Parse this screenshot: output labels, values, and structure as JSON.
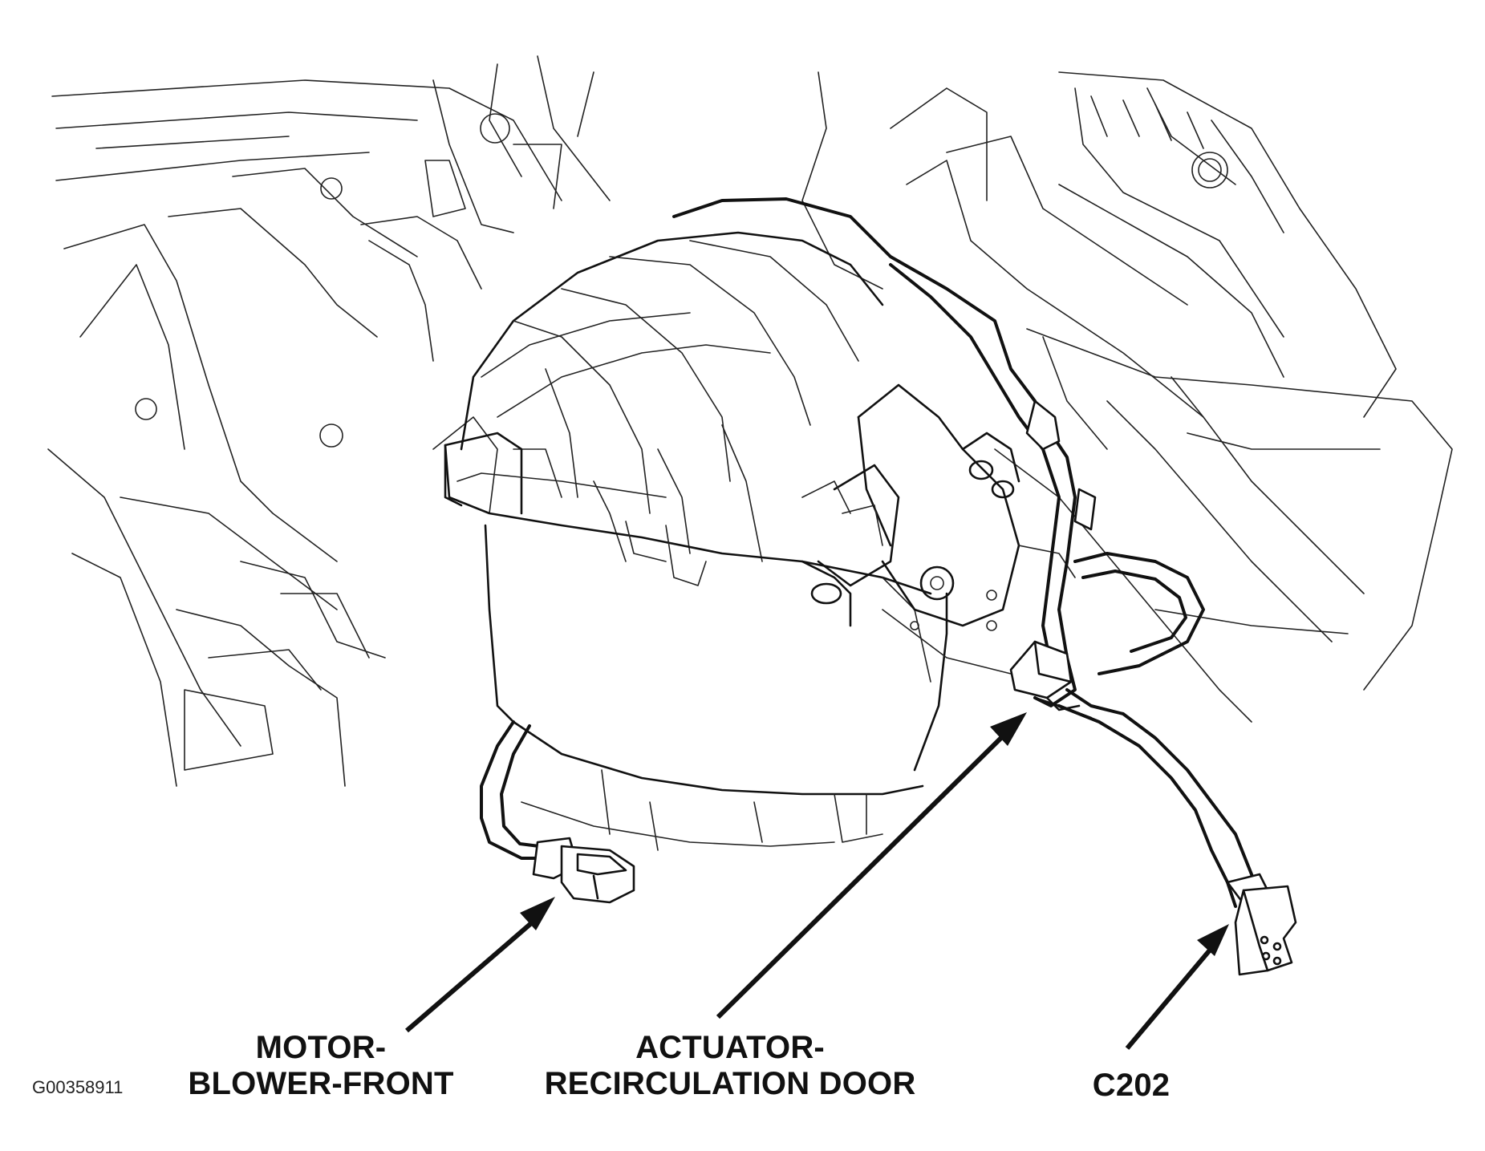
{
  "labels": {
    "blower_motor_line1": "MOTOR-",
    "blower_motor_line2": "BLOWER-FRONT",
    "actuator_line1": "ACTUATOR-",
    "actuator_line2": "RECIRCULATION DOOR",
    "connector": "C202"
  },
  "figure_code": "G00358911",
  "colors": {
    "ink": "#111111",
    "background": "#ffffff"
  }
}
